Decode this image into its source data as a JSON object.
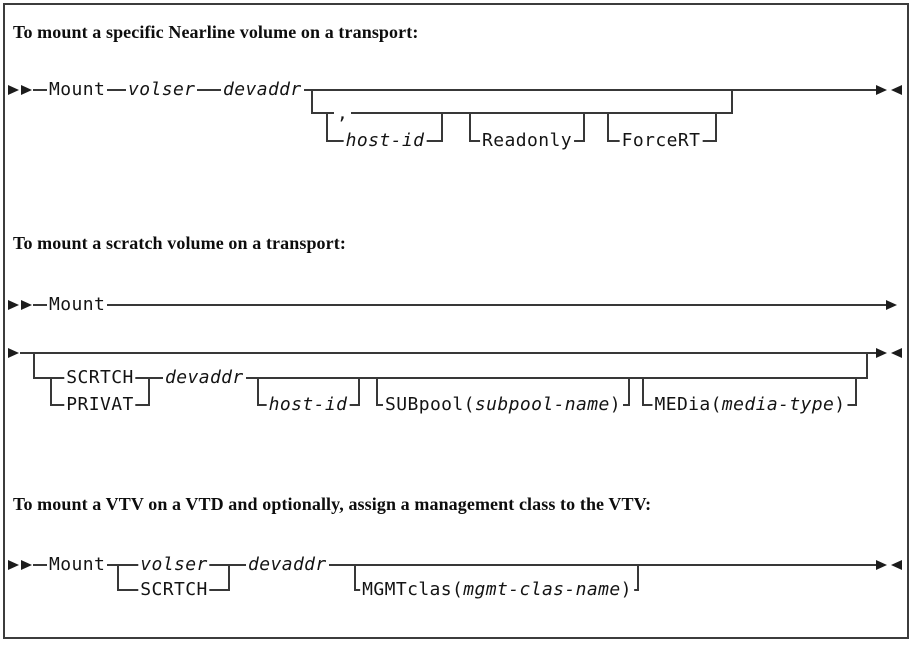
{
  "s1": {
    "title": "To mount a specific Nearline volume on a transport:",
    "mount": "Mount",
    "volser": "volser",
    "devaddr": "devaddr",
    "comma": ",",
    "host_id": "host-id",
    "readonly": "Readonly",
    "forcert": "ForceRT"
  },
  "s2": {
    "title": "To mount a scratch volume on a transport:",
    "mount": "Mount",
    "scrtch": "SCRTCH",
    "privat": "PRIVAT",
    "devaddr": "devaddr",
    "host_id": "host-id",
    "subpool_kw": "SUBpool(",
    "subpool_var": "subpool-name",
    "subpool_end": ")",
    "media_kw": "MEDia(",
    "media_var": "media-type",
    "media_end": ")"
  },
  "s3": {
    "title": "To mount a VTV on a VTD and optionally, assign a management class to the VTV:",
    "mount": "Mount",
    "volser": "volser",
    "scrtch": "SCRTCH",
    "devaddr": "devaddr",
    "mgmt_kw": "MGMTclas(",
    "mgmt_var": "mgmt-clas-name",
    "mgmt_end": ")"
  }
}
